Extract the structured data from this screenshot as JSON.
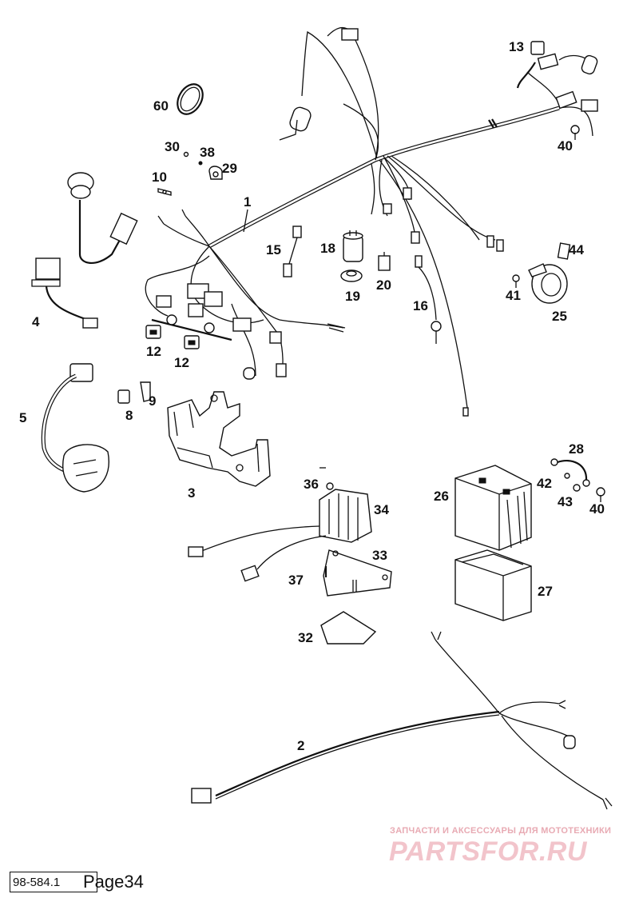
{
  "labels": {
    "p1": "1",
    "p2": "2",
    "p3": "3",
    "p4": "4",
    "p5": "5",
    "p8": "8",
    "p9": "9",
    "p10": "10",
    "p12a": "12",
    "p12b": "12",
    "p13": "13",
    "p15": "15",
    "p16": "16",
    "p18": "18",
    "p19": "19",
    "p20": "20",
    "p25": "25",
    "p26": "26",
    "p27": "27",
    "p28": "28",
    "p29": "29",
    "p30": "30",
    "p32": "32",
    "p33": "33",
    "p34": "34",
    "p36": "36",
    "p37": "37",
    "p38": "38",
    "p40a": "40",
    "p40b": "40",
    "p41": "41",
    "p42": "42",
    "p43": "43",
    "p44": "44",
    "p60": "60"
  },
  "footer": {
    "code": "98-584.1",
    "page": "Page34"
  },
  "watermark": {
    "caption": "ЗАПЧАСТИ И АКСЕССУАРЫ ДЛЯ МОТОТЕХНИКИ",
    "logo": "PARTSFOR.RU"
  }
}
